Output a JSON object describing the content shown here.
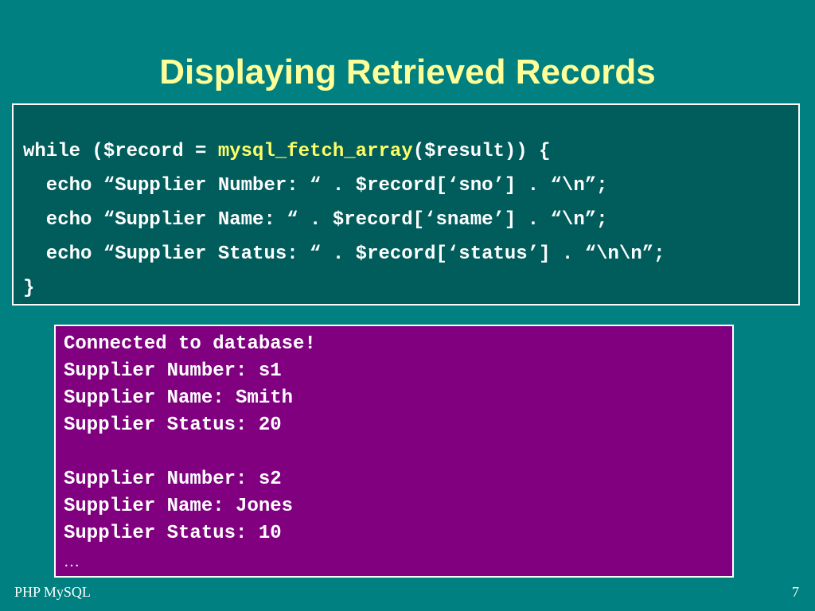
{
  "slide": {
    "title": "Displaying Retrieved Records",
    "footer_left": "PHP MySQL",
    "page_number": "7"
  },
  "code": {
    "line1_before": "while ($record = ",
    "line1_function": "mysql_fetch_array",
    "line1_after": "($result)) {",
    "line2": "  echo “Supplier Number: “ . $record[‘sno’] . “\\n”;",
    "line3": "  echo “Supplier Name: “ . $record[‘sname’] . “\\n”;",
    "line4": "  echo “Supplier Status: “ . $record[‘status’] . “\\n\\n”;",
    "line5": "}"
  },
  "output": {
    "lines": [
      "Connected to database!",
      "Supplier Number: s1",
      "Supplier Name: Smith",
      "Supplier Status: 20",
      "",
      "Supplier Number: s2",
      "Supplier Name: Jones",
      "Supplier Status: 10"
    ],
    "ellipsis": "…"
  },
  "colors": {
    "background": "#008080",
    "title": "#ffff99",
    "code_box": "#015c5c",
    "function_highlight": "#ffff66",
    "output_box": "#800080"
  }
}
